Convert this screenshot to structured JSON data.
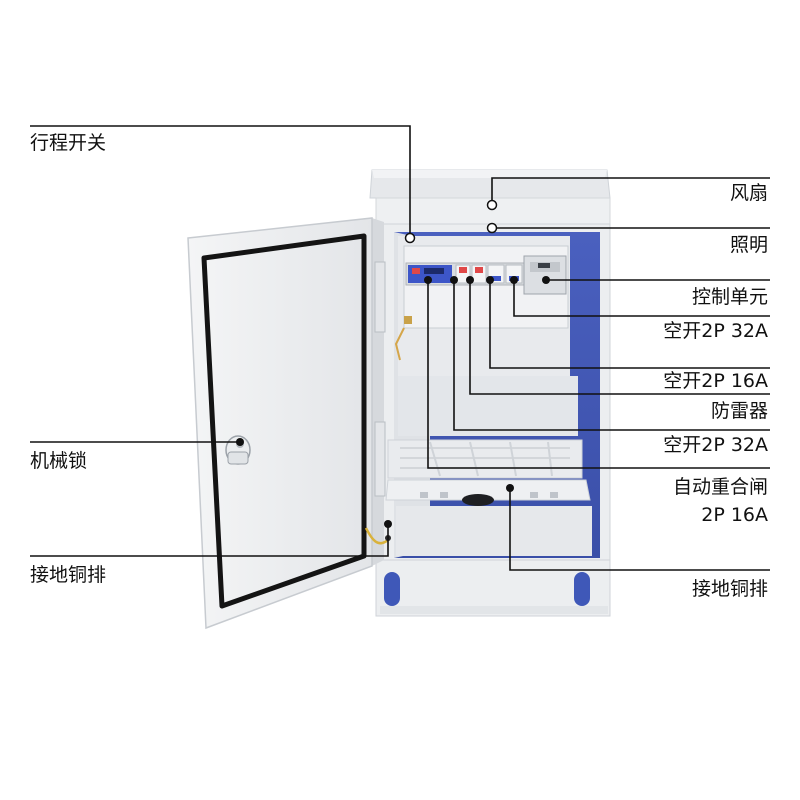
{
  "labels": {
    "travel_switch": "行程开关",
    "mechanical_lock": "机械锁",
    "ground_bar_left": "接地铜排",
    "fan": "风扇",
    "lighting": "照明",
    "control_unit": "控制单元",
    "breaker_2p32a_top": "空开2P 32A",
    "breaker_2p16a": "空开2P 16A",
    "surge_protector": "防雷器",
    "breaker_2p32a_bottom": "空开2P 32A",
    "auto_recloser_line1": "自动重合闸",
    "auto_recloser_line2": "2P  16A",
    "ground_bar_right": "接地铜排"
  },
  "colors": {
    "leader_line": "#111111",
    "cabinet_body": "#eceef0",
    "cabinet_interior_back": "#3f58b8",
    "door_gasket": "#111111",
    "breaker_accent": "#d93a3a",
    "module_blue": "#3d56c8"
  }
}
